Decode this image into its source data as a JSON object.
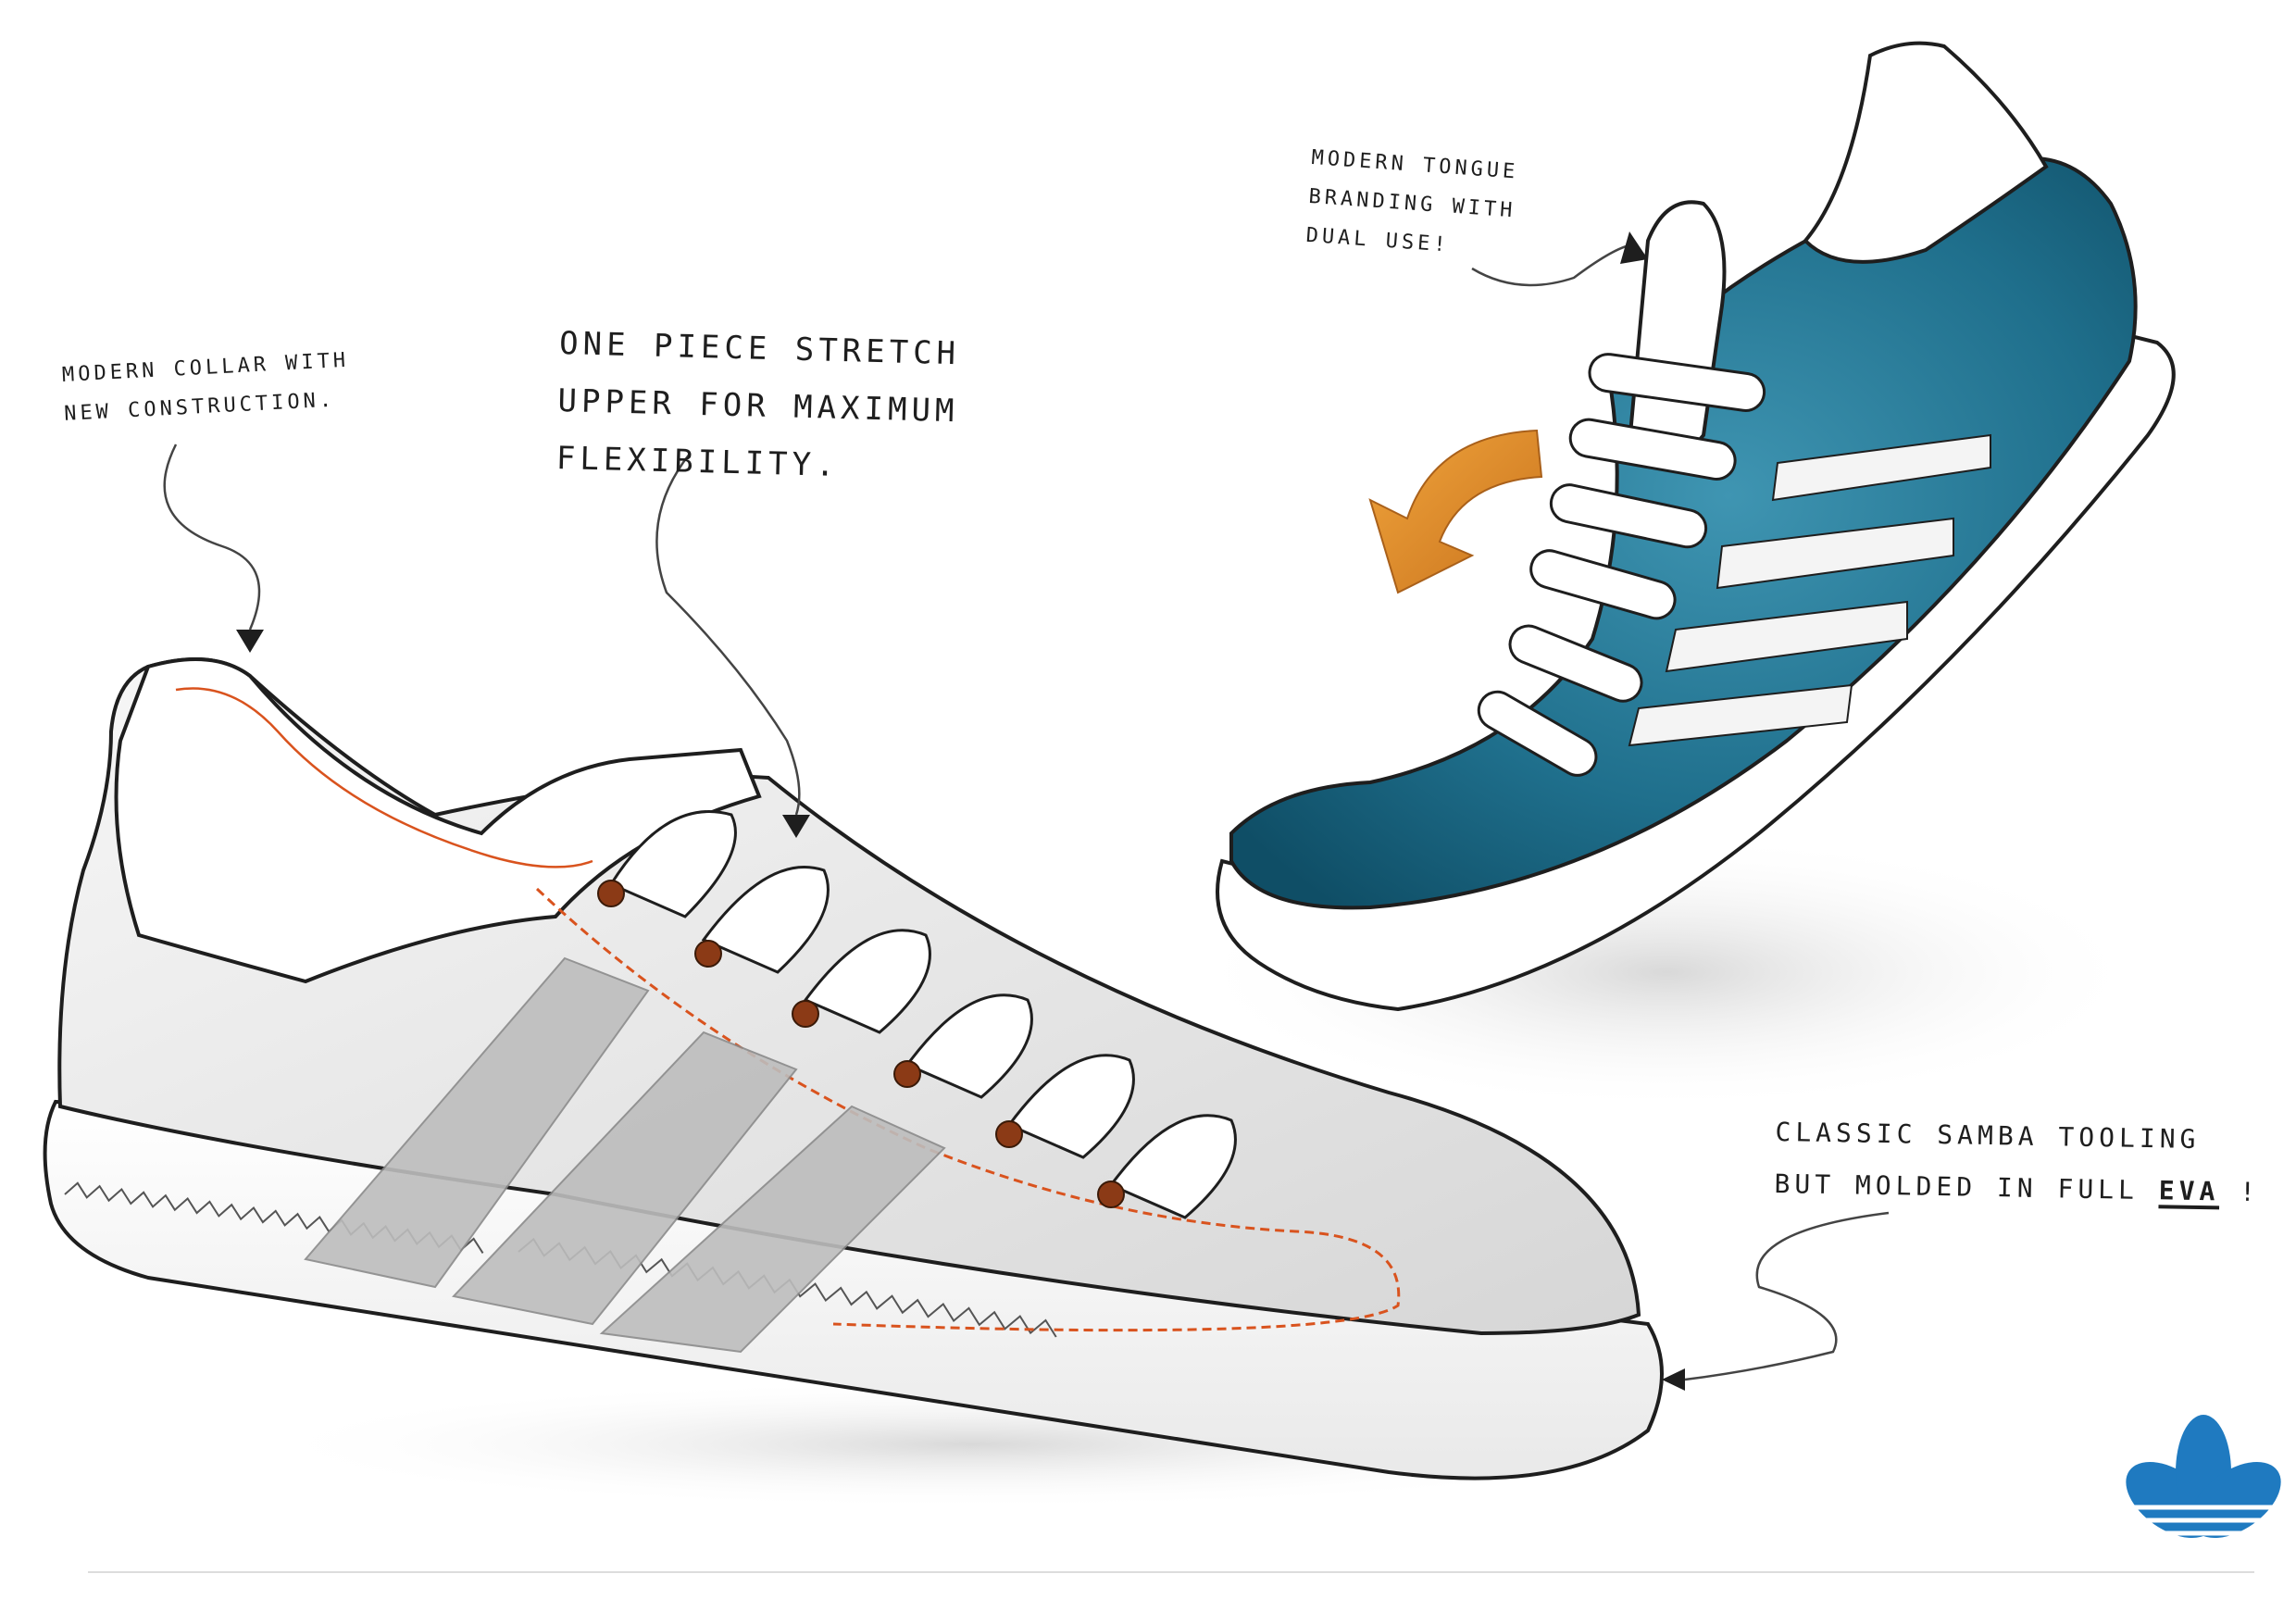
{
  "annotations": {
    "collar": {
      "line1": "Modern collar with",
      "line2": "new construction."
    },
    "upper": {
      "line1": "One piece stretch",
      "line2": "upper for maximum",
      "line3": "flexibility."
    },
    "tongue": {
      "line1": "Modern tongue",
      "line2": "branding with",
      "line3": "dual use!"
    },
    "tooling": {
      "line1": "Classic Samba tooling",
      "line2_prefix": "but molded in full",
      "line2_emphasis": "EVA",
      "line2_suffix": "!"
    }
  },
  "colors": {
    "ink": "#1e1e1e",
    "stitch_orange": "#d9531e",
    "upper_blue": "#1f6f8c",
    "stripe_grey": "#b9b9b9",
    "arrow_orange": "#e8952d",
    "logo_blue": "#1f7ac0"
  },
  "logo": {
    "name": "trefoil-logo"
  }
}
